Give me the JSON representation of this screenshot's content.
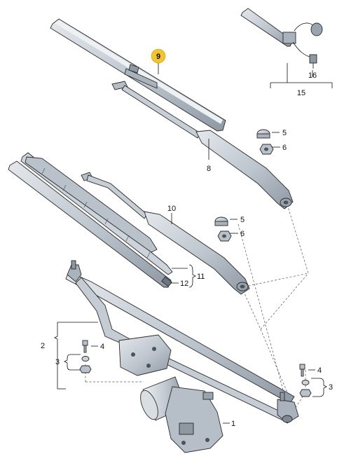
{
  "diagram": {
    "callouts": {
      "c1": "1",
      "c2": "2",
      "c3_left": "3",
      "c3_right": "3",
      "c4_left": "4",
      "c4_right": "4",
      "c5_top": "5",
      "c5_mid": "5",
      "c6_top": "6",
      "c6_mid": "6",
      "c8": "8",
      "c9": "9",
      "c10": "10",
      "c11": "11",
      "c12": "12",
      "c15": "15",
      "c16": "16"
    },
    "colors": {
      "highlight_badge": "#f3c431",
      "part_fill": "#c9d0d8",
      "part_dark": "#7f8a96",
      "outline": "#2a2a2a"
    }
  }
}
